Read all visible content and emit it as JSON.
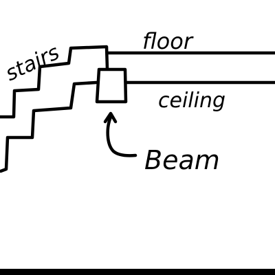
{
  "diagram": {
    "labels": {
      "stairs": "stairs",
      "floor": "floor",
      "ceiling": "ceiling",
      "beam": "Beam"
    },
    "ink_color": "#000000",
    "background_color": "#ffffff"
  }
}
